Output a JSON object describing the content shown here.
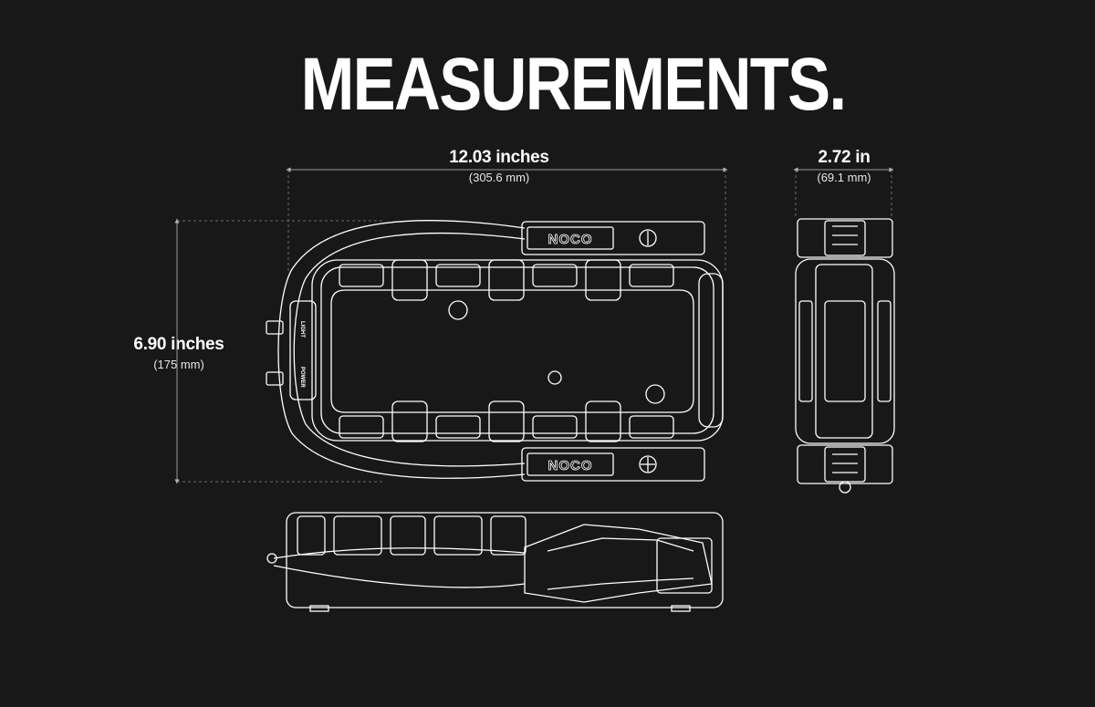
{
  "title": "MEASUREMENTS.",
  "brand": "NOCO",
  "button_labels": [
    "LIGHT",
    "POWER"
  ],
  "dimensions": {
    "length": {
      "main": "12.03 inches",
      "sub": "(305.6 mm)"
    },
    "depth": {
      "main": "2.72 in",
      "sub": "(69.1 mm)"
    },
    "height": {
      "main": "6.90 inches",
      "sub": "(175 mm)"
    }
  },
  "colors": {
    "background": "#181818",
    "line": "#ffffff",
    "dashed": "#6a6a6a"
  }
}
